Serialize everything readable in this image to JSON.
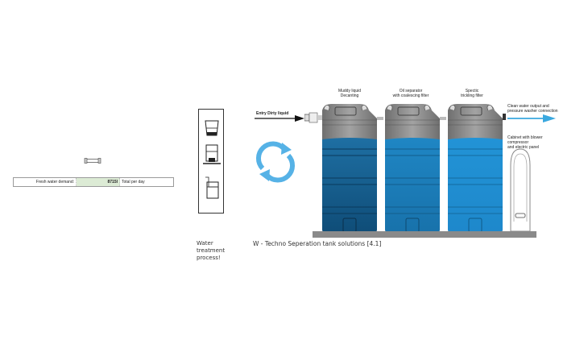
{
  "spreadsheet": {
    "label": "Fresh water demand:",
    "value": "8715l",
    "unit": "Total per day",
    "value_bg": "#dcebd5"
  },
  "icons": {
    "pipe": "pipe-icon",
    "cycle": "refresh-cycle-icon"
  },
  "process_box": {
    "caption_lines": [
      "Water",
      "treatment",
      "process!"
    ],
    "steps": [
      "decanting-bucket-icon",
      "oil-separator-tank-icon",
      "filter-tank-icon"
    ]
  },
  "diagram": {
    "title": "W - Techno Seperation tank solutions [4.1]",
    "entry_label": "Entry Dirty liquid",
    "output_label_lines": [
      "Clean water output and",
      "pressure washer connection"
    ],
    "cabinet_label_lines": [
      "Cabinet with blower",
      "compressor",
      "and electric panel"
    ],
    "tanks": [
      {
        "label_lines": [
          "Muddy liquid",
          "Decanting"
        ],
        "water_color": "#1e6fa3",
        "water_color_bottom": "#0f4d78"
      },
      {
        "label_lines": [
          "Oil separator",
          "with coalescing filter"
        ],
        "water_color": "#1f86c4",
        "water_color_bottom": "#1872ab"
      },
      {
        "label_lines": [
          "Spectic",
          "trickling filter"
        ],
        "water_color": "#2293d6",
        "water_color_bottom": "#1e88cb"
      }
    ],
    "colors": {
      "arrow_blue": "#3aa8df",
      "tank_gray": "#8c8c8c",
      "base_gray": "#8a8a8a"
    }
  }
}
